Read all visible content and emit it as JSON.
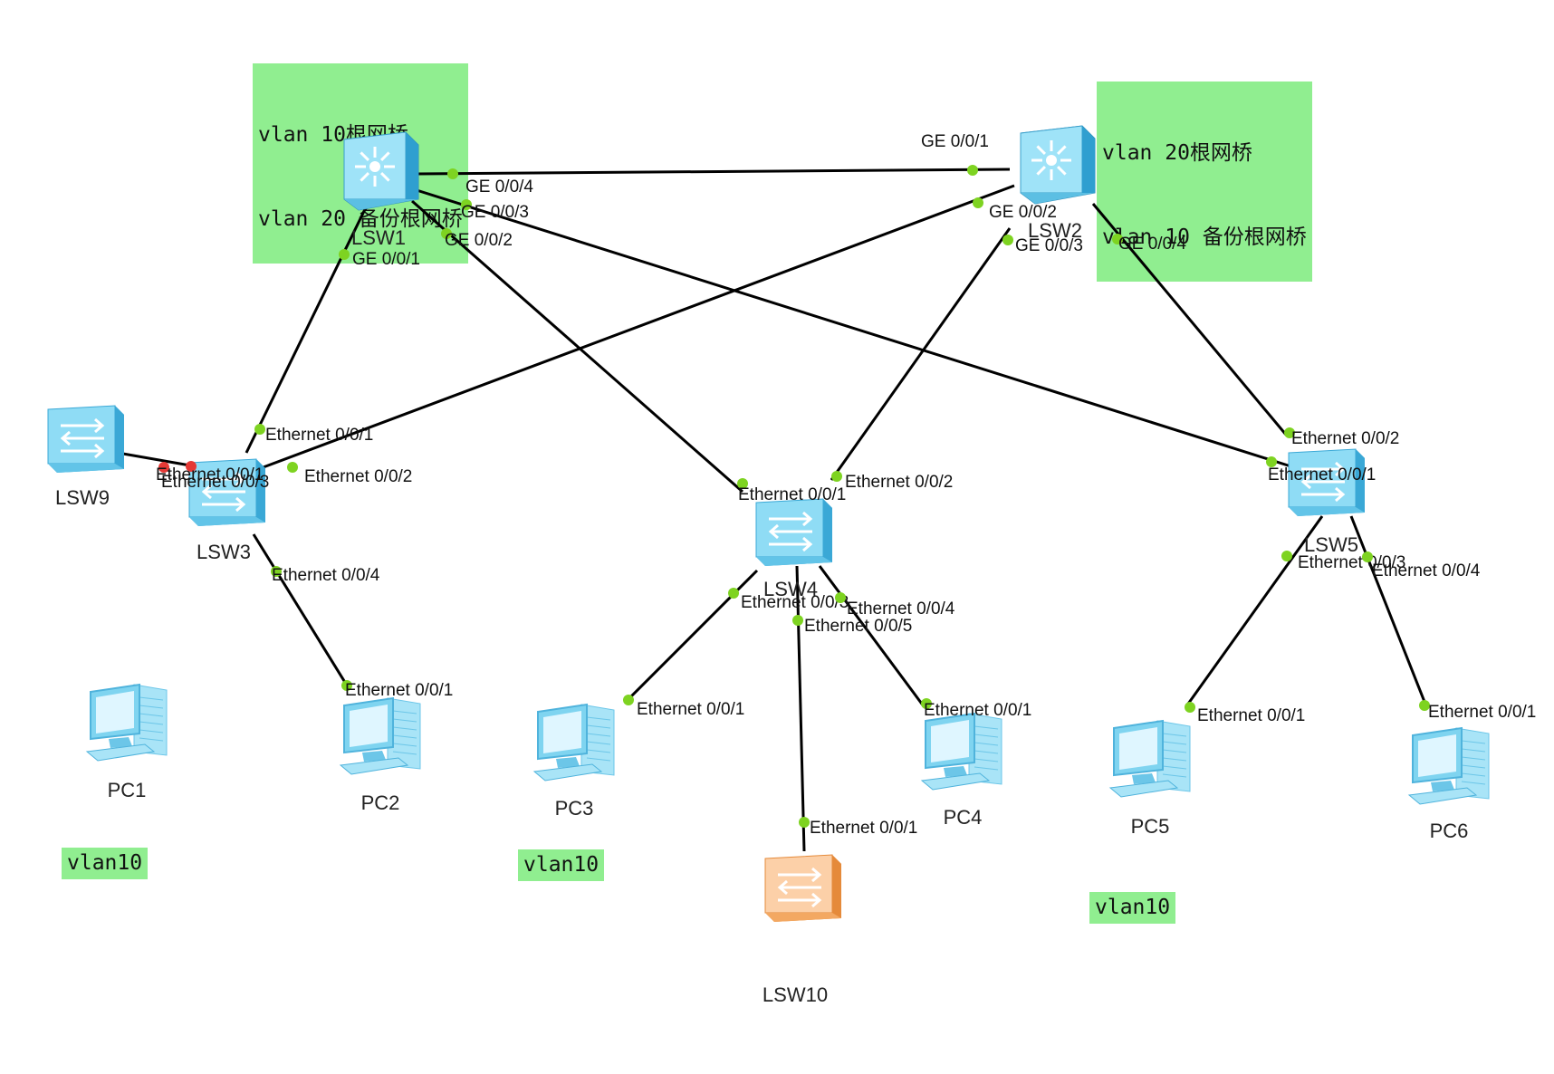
{
  "notes": {
    "lsw1": {
      "line1": "vlan 10根网桥",
      "line2": "vlan 20 备份根网桥"
    },
    "lsw2": {
      "line1": "vlan 20根网桥",
      "line2": "vlan 10 备份根网桥"
    },
    "pc1_vlan": "vlan10",
    "pc3_vlan": "vlan10",
    "pc5_vlan": "vlan10"
  },
  "devices": {
    "LSW1": {
      "name": "LSW1",
      "icon": "core-switch-icon"
    },
    "LSW2": {
      "name": "LSW2",
      "icon": "core-switch-icon"
    },
    "LSW3": {
      "name": "LSW3",
      "icon": "access-switch-icon"
    },
    "LSW4": {
      "name": "LSW4",
      "icon": "access-switch-icon"
    },
    "LSW5": {
      "name": "LSW5",
      "icon": "access-switch-icon"
    },
    "LSW9": {
      "name": "LSW9",
      "icon": "access-switch-icon"
    },
    "LSW10": {
      "name": "LSW10",
      "icon": "access-switch-inactive-icon"
    },
    "PC1": {
      "name": "PC1",
      "icon": "pc-icon"
    },
    "PC2": {
      "name": "PC2",
      "icon": "pc-icon"
    },
    "PC3": {
      "name": "PC3",
      "icon": "pc-icon"
    },
    "PC4": {
      "name": "PC4",
      "icon": "pc-icon"
    },
    "PC5": {
      "name": "PC5",
      "icon": "pc-icon"
    },
    "PC6": {
      "name": "PC6",
      "icon": "pc-icon"
    }
  },
  "links": [
    {
      "id": "lsw1-lsw2",
      "a": "LSW1",
      "b": "LSW2",
      "a_port": "GE 0/0/4",
      "b_port": "GE 0/0/1",
      "status": "up"
    },
    {
      "id": "lsw1-lsw3",
      "a": "LSW1",
      "b": "LSW3",
      "a_port": "GE 0/0/1",
      "b_port": "Ethernet 0/0/1",
      "status": "up"
    },
    {
      "id": "lsw1-lsw4",
      "a": "LSW1",
      "b": "LSW4",
      "a_port": "GE 0/0/2",
      "b_port": "Ethernet 0/0/1",
      "status": "up"
    },
    {
      "id": "lsw1-lsw5",
      "a": "LSW1",
      "b": "LSW5",
      "a_port": "GE 0/0/3",
      "b_port": "Ethernet 0/0/1",
      "status": "up"
    },
    {
      "id": "lsw2-lsw3",
      "a": "LSW2",
      "b": "LSW3",
      "a_port": "GE 0/0/2",
      "b_port": "Ethernet 0/0/2",
      "status": "up"
    },
    {
      "id": "lsw2-lsw4",
      "a": "LSW2",
      "b": "LSW4",
      "a_port": "GE 0/0/3",
      "b_port": "Ethernet 0/0/2",
      "status": "up"
    },
    {
      "id": "lsw2-lsw5",
      "a": "LSW2",
      "b": "LSW5",
      "a_port": "GE 0/0/4",
      "b_port": "Ethernet 0/0/2",
      "status": "up"
    },
    {
      "id": "lsw3-lsw9",
      "a": "LSW3",
      "b": "LSW9",
      "a_port": "Ethernet 0/0/3",
      "b_port": "Ethernet 0/0/1",
      "status": "down"
    },
    {
      "id": "lsw3-pc2",
      "a": "LSW3",
      "b": "PC2",
      "a_port": "Ethernet 0/0/4",
      "b_port": "Ethernet 0/0/1",
      "status": "up"
    },
    {
      "id": "lsw4-pc3",
      "a": "LSW4",
      "b": "PC3",
      "a_port": "Ethernet 0/0/3",
      "b_port": "Ethernet 0/0/1",
      "status": "up"
    },
    {
      "id": "lsw4-pc4",
      "a": "LSW4",
      "b": "PC4",
      "a_port": "Ethernet 0/0/4",
      "b_port": "Ethernet 0/0/1",
      "status": "up"
    },
    {
      "id": "lsw4-lsw10",
      "a": "LSW4",
      "b": "LSW10",
      "a_port": "Ethernet 0/0/5",
      "b_port": "Ethernet 0/0/1",
      "status": "up"
    },
    {
      "id": "lsw5-pc5",
      "a": "LSW5",
      "b": "PC5",
      "a_port": "Ethernet 0/0/3",
      "b_port": "Ethernet 0/0/1",
      "status": "up"
    },
    {
      "id": "lsw5-pc6",
      "a": "LSW5",
      "b": "PC6",
      "a_port": "Ethernet 0/0/4",
      "b_port": "Ethernet 0/0/1",
      "status": "up"
    }
  ],
  "colors": {
    "port_up": "#7ed321",
    "port_down": "#e53935",
    "note_bg": "#90ee90",
    "device_blue": "#7fd4f0",
    "device_orange": "#f9b47a"
  }
}
